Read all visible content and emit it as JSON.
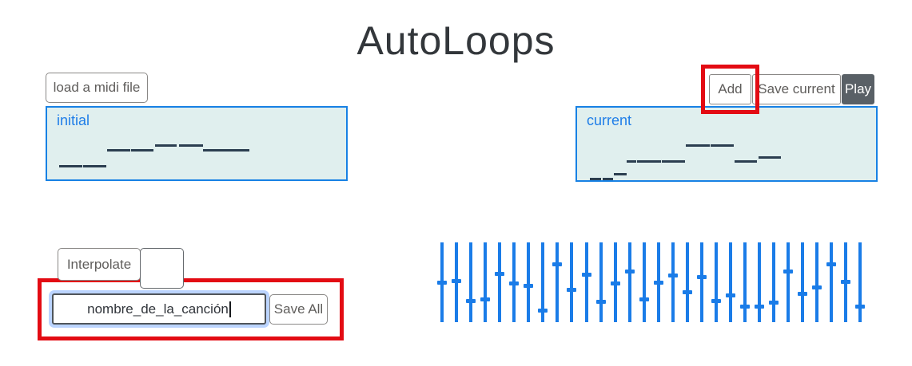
{
  "app": {
    "title": "AutoLoops"
  },
  "colors": {
    "panel_background": "#e0efee",
    "panel_border": "#1781e4",
    "panel_label": "#1f7ee8",
    "note": "#2b3e50",
    "slider_blue": "#1a7ce8",
    "play_button_background": "#596066",
    "annotation_red": "#e30b13",
    "title_text": "#33373b",
    "button_text": "#5f5d5b"
  },
  "toolbar": {
    "load_midi_label": "load a midi file",
    "add_label": "Add",
    "save_current_label": "Save current",
    "play_label": "Play"
  },
  "panels": {
    "initial": {
      "label": "initial",
      "notes": [
        [
          15,
          72,
          29
        ],
        [
          45,
          72,
          29
        ],
        [
          75,
          52,
          29
        ],
        [
          105,
          52,
          28
        ],
        [
          135,
          46,
          27
        ],
        [
          165,
          46,
          30
        ],
        [
          195,
          52,
          58
        ]
      ]
    },
    "current": {
      "label": "current",
      "notes": [
        [
          16,
          88,
          14
        ],
        [
          32,
          88,
          13
        ],
        [
          46,
          82,
          16
        ],
        [
          62,
          66,
          12
        ],
        [
          75,
          66,
          30
        ],
        [
          106,
          66,
          29
        ],
        [
          136,
          46,
          30
        ],
        [
          167,
          46,
          29
        ],
        [
          197,
          66,
          28
        ],
        [
          227,
          61,
          28
        ]
      ]
    }
  },
  "controls": {
    "interpolate_label": "Interpolate",
    "interpolate_value": "",
    "song_name_value": "nombre_de_la_canción",
    "save_all_label": "Save All"
  },
  "sliders": {
    "count": 30,
    "min": 0,
    "max": 1,
    "values": [
      0.5,
      0.52,
      0.25,
      0.27,
      0.61,
      0.48,
      0.45,
      0.13,
      0.74,
      0.4,
      0.6,
      0.24,
      0.48,
      0.64,
      0.27,
      0.49,
      0.59,
      0.37,
      0.57,
      0.25,
      0.33,
      0.18,
      0.18,
      0.23,
      0.64,
      0.35,
      0.43,
      0.74,
      0.51,
      0.18
    ]
  }
}
